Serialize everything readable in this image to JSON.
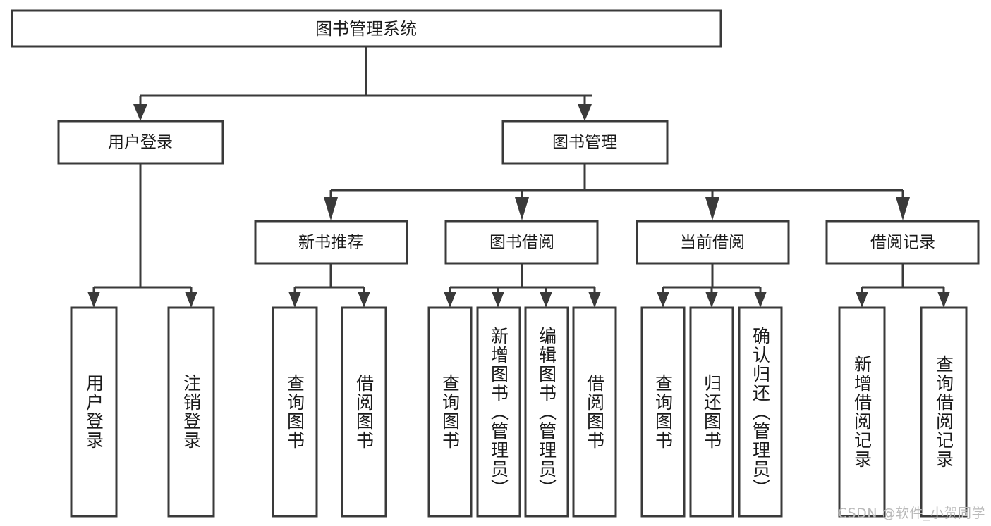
{
  "diagram": {
    "title": "图书管理系统",
    "watermark": "CSDN @软件_小贺同学",
    "type": "tree-hierarchy-diagram",
    "colors": {
      "box_stroke": "#3a3a3a",
      "box_fill": "#ffffff",
      "text": "#1a1a1a",
      "background": "#ffffff",
      "watermark": "#b9b9b9"
    },
    "root": {
      "label": "图书管理系统",
      "children": [
        {
          "label": "用户登录",
          "children": [
            {
              "label": "用户登录"
            },
            {
              "label": "注销登录"
            }
          ]
        },
        {
          "label": "图书管理",
          "children": [
            {
              "label": "新书推荐",
              "children": [
                {
                  "label": "查询图书"
                },
                {
                  "label": "借阅图书"
                }
              ]
            },
            {
              "label": "图书借阅",
              "children": [
                {
                  "label": "查询图书"
                },
                {
                  "label": "新增图书（管理员）"
                },
                {
                  "label": "编辑图书（管理员）"
                },
                {
                  "label": "借阅图书"
                }
              ]
            },
            {
              "label": "当前借阅",
              "children": [
                {
                  "label": "查询图书"
                },
                {
                  "label": "归还图书"
                },
                {
                  "label": "确认归还（管理员）"
                }
              ]
            },
            {
              "label": "借阅记录",
              "children": [
                {
                  "label": "新增借阅记录"
                },
                {
                  "label": "查询借阅记录"
                }
              ]
            }
          ]
        }
      ]
    },
    "nodes": {
      "root_title": "图书管理系统",
      "level2": {
        "user_login": "用户登录",
        "book_management": "图书管理"
      },
      "level3": {
        "new_book_recommend": "新书推荐",
        "book_borrow": "图书借阅",
        "current_borrow": "当前借阅",
        "borrow_record": "借阅记录"
      },
      "leaves": {
        "user_login_1": "用户登录",
        "user_login_2": "注销登录",
        "recommend_1": "查询图书",
        "recommend_2": "借阅图书",
        "borrow_1": "查询图书",
        "borrow_2": "新增图书（管理员）",
        "borrow_3": "编辑图书（管理员）",
        "borrow_4": "借阅图书",
        "current_1": "查询图书",
        "current_2": "归还图书",
        "current_3": "确认归还（管理员）",
        "record_1": "新增借阅记录",
        "record_2": "查询借阅记录"
      }
    }
  }
}
